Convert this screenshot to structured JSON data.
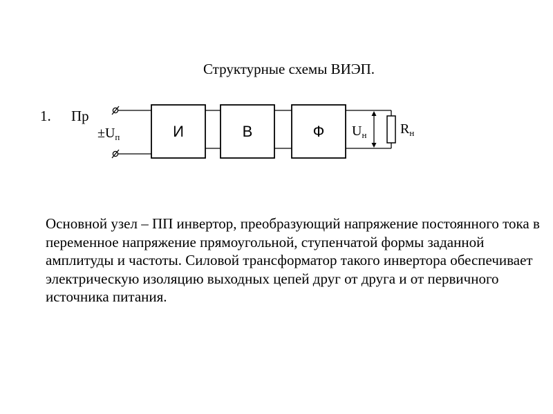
{
  "slide": {
    "title": "Структурные схемы ВИЭП.",
    "list_number": "1.",
    "list_text": "Пр"
  },
  "diagram": {
    "source_label": "±U",
    "source_sub": "п",
    "blocks": [
      {
        "id": "inverter",
        "label": "И"
      },
      {
        "id": "rectifier",
        "label": "В"
      },
      {
        "id": "filter",
        "label": "Ф"
      }
    ],
    "output_voltage_label": "U",
    "output_voltage_sub": "н",
    "load_label": "R",
    "load_sub": "н"
  },
  "paragraph": "Основной узел – ПП инвертор, преобразующий напряжение постоянного тока в переменное напряжение прямоугольной, ступенчатой формы заданной амплитуды и частоты. Силовой трансформатор такого инвертора обеспечивает электрическую изоляцию выходных цепей друг от друга и от первичного источника питания."
}
